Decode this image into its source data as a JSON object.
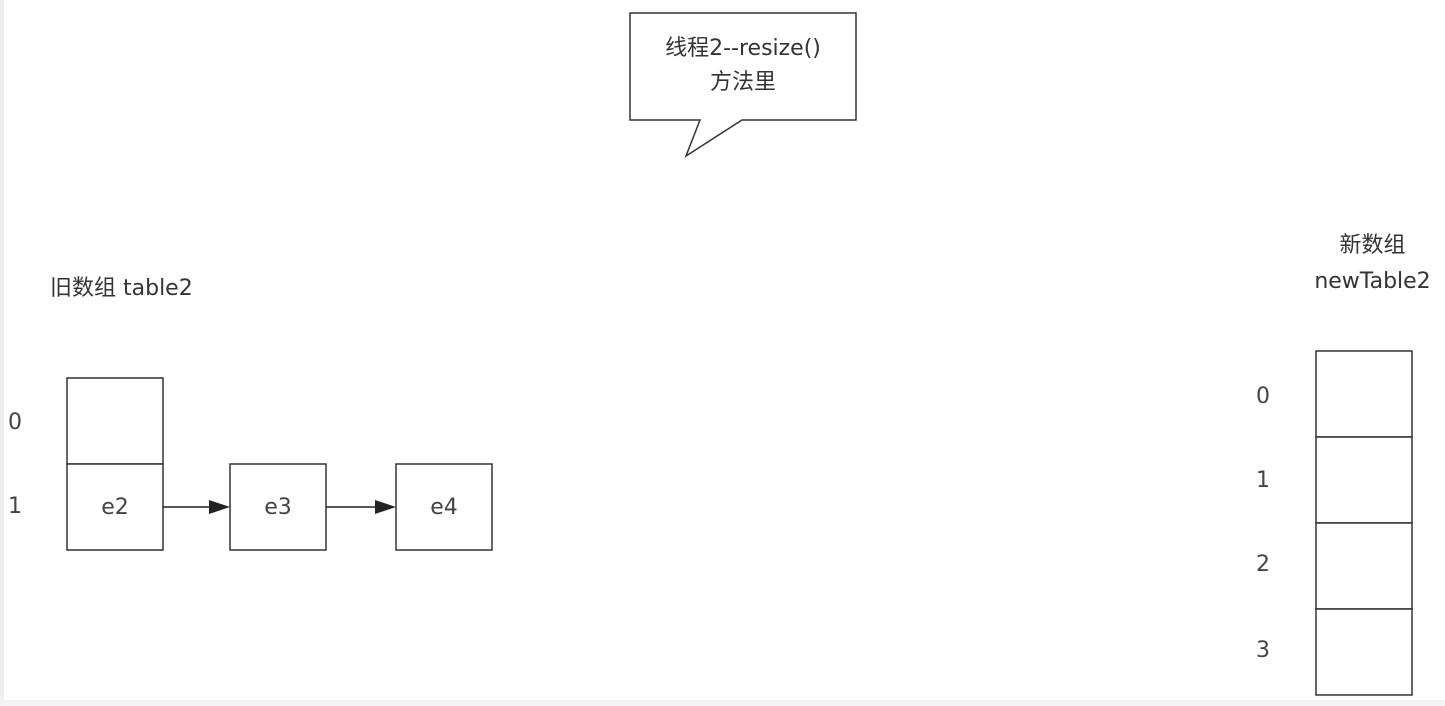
{
  "callout": {
    "line1": "线程2--resize()",
    "line2": "方法里"
  },
  "old_table": {
    "title": "旧数组 table2",
    "indices": [
      "0",
      "1"
    ],
    "nodes": [
      "e2",
      "e3",
      "e4"
    ]
  },
  "new_table": {
    "title_line1": "新数组",
    "title_line2": "newTable2",
    "indices": [
      "0",
      "1",
      "2",
      "3"
    ]
  },
  "colors": {
    "stroke": "#333333",
    "text": "#333333",
    "background": "#ffffff"
  }
}
